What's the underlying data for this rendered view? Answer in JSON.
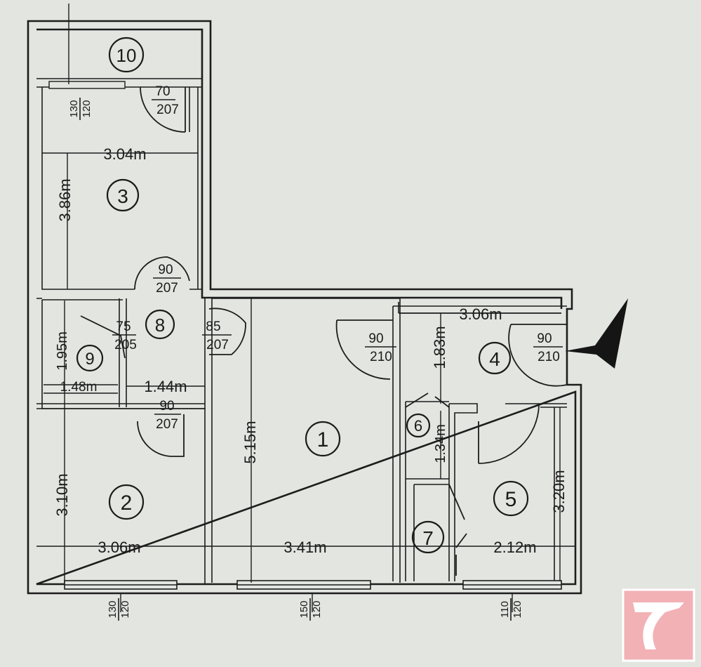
{
  "colors": {
    "paper": "#e3e5e0",
    "ink": "#1d1d1d",
    "logo_bg": "#f2b1b5",
    "logo_mark": "#ffffff"
  },
  "rooms": [
    {
      "number": "1"
    },
    {
      "number": "2"
    },
    {
      "number": "3"
    },
    {
      "number": "4"
    },
    {
      "number": "5"
    },
    {
      "number": "6"
    },
    {
      "number": "7"
    },
    {
      "number": "8"
    },
    {
      "number": "9"
    },
    {
      "number": "10"
    }
  ],
  "dimensions": {
    "room3_width": "3.04m",
    "room3_length": "3.86m",
    "room9_length": "1.95m",
    "room9_width": "1.48m",
    "room8_width": "1.44m",
    "room2_length": "3.10m",
    "room2_width": "3.06m",
    "room1_length": "5.15m",
    "room1_width": "3.41m",
    "room4_width": "3.06m",
    "room4_length": "1.83m",
    "room6_length": "1.34m",
    "room5_length": "3.20m",
    "room5_width": "2.12m"
  },
  "doors": [
    {
      "width": "70",
      "height": "207"
    },
    {
      "width": "90",
      "height": "207"
    },
    {
      "width": "75",
      "height": "205"
    },
    {
      "width": "85",
      "height": "207"
    },
    {
      "width": "90",
      "height": "207"
    },
    {
      "width": "90",
      "height": "210"
    },
    {
      "width": "90",
      "height": "210"
    }
  ],
  "windows": [
    {
      "width": "130",
      "height": "120"
    },
    {
      "width": "130",
      "height": "120"
    },
    {
      "width": "150",
      "height": "120"
    },
    {
      "width": "110",
      "height": "120"
    }
  ],
  "entrance_marker": "entrance-arrow-icon",
  "logo_icon": "bird-logo-icon"
}
